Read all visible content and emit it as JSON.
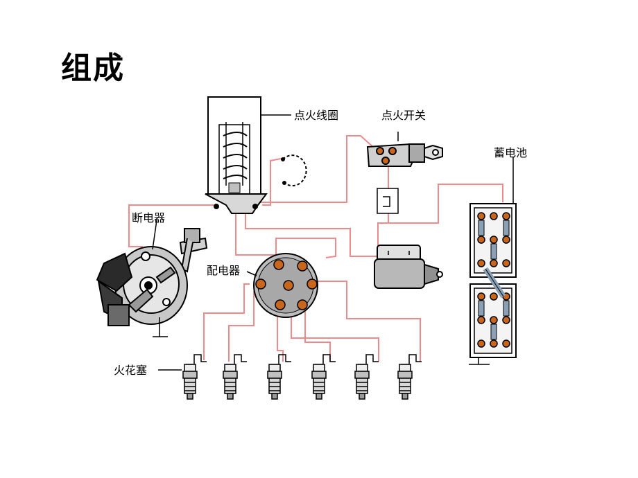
{
  "slide": {
    "title": "组成"
  },
  "diagram": {
    "labels": {
      "ignition_coil": "点火线圈",
      "ignition_switch": "点火开关",
      "battery": "蓄电池",
      "breaker": "断电器",
      "distributor": "配电器",
      "spark_plug": "火花塞"
    },
    "colors": {
      "wire": "#f08a8a",
      "outline": "#000000",
      "component_fill": "#bdbdbd",
      "terminal": "#c8661e"
    }
  }
}
